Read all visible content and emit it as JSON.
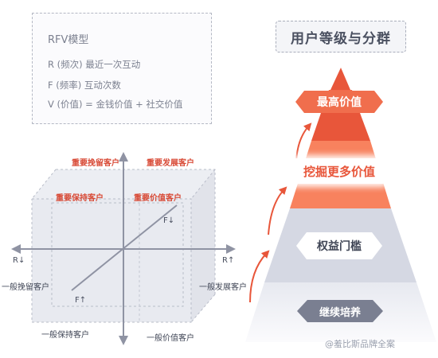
{
  "rfv_panel": {
    "title": "RFV模型",
    "lines": [
      "R (频次) 最近一次互动",
      "F (频率) 互动次数",
      "V (价值) = 金钱价值 + 社交价值"
    ]
  },
  "quadrants": {
    "back_top_left": "重要挽留客户",
    "back_top_right": "重要发展客户",
    "front_top_left": "重要保持客户",
    "front_top_right": "重要价值客户",
    "bottom_left": "一般挽留客户",
    "bottom_right": "一般发展客户",
    "bottom_front_left": "一般保持客户",
    "bottom_front_right": "一般价值客户"
  },
  "axes": {
    "r_left": "R↓",
    "r_right": "R↑",
    "f_down": "F↓",
    "f_up": "F↑"
  },
  "pyramid": {
    "title": "用户等级与分群",
    "levels": [
      "最高价值",
      "挖掘更多价值",
      "权益门槛",
      "继续培养"
    ]
  },
  "colors": {
    "accent_red": "#e8563a",
    "pyramid_tip": "#e8563a",
    "pyramid_orange": "#f8825e",
    "pyramid_gray": "#d5d8e3",
    "axis": "#8f93a3"
  },
  "watermark": "@羞比斯品牌全案"
}
